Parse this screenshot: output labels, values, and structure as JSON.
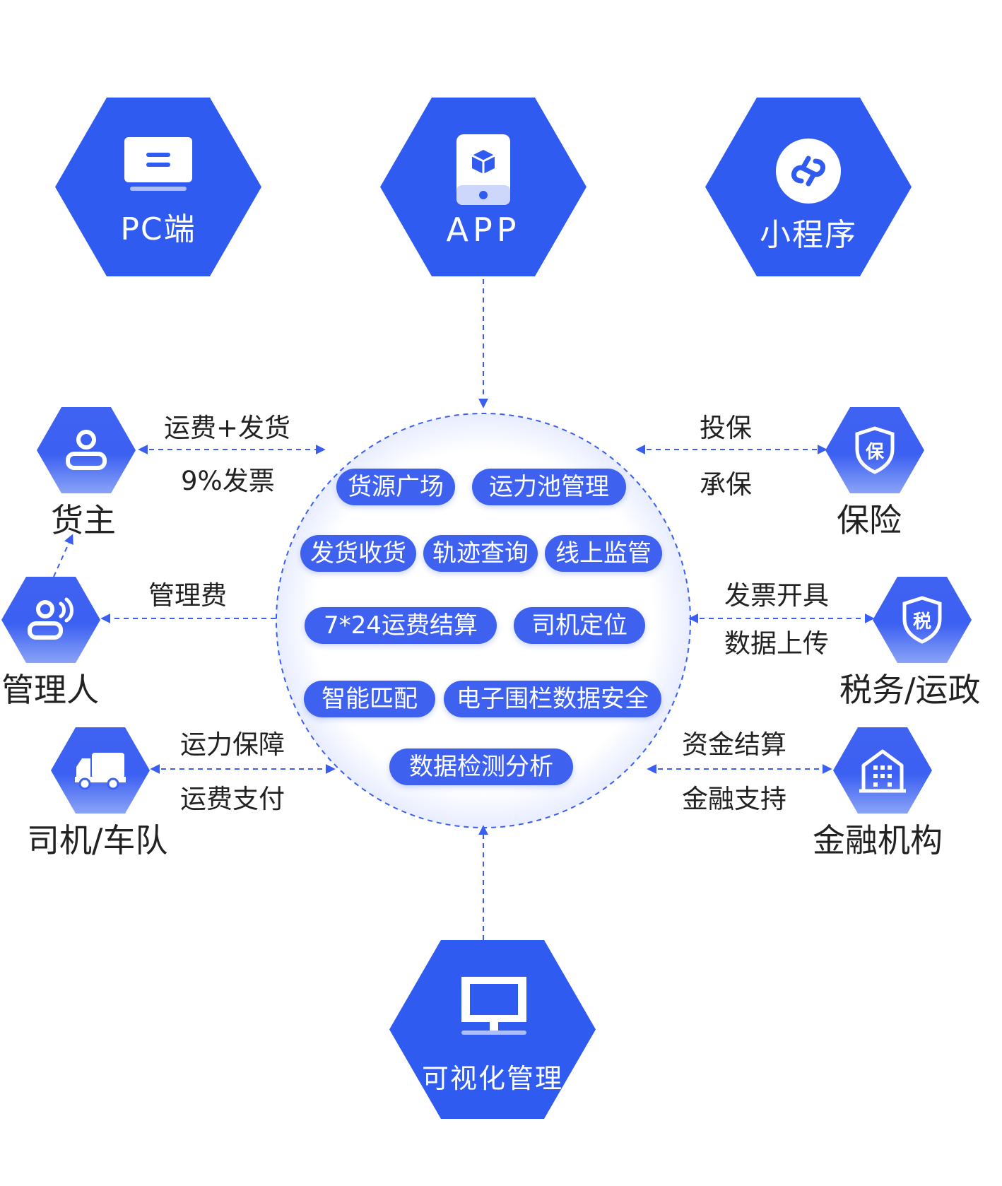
{
  "colors": {
    "primary": "#2f5bf0",
    "dashed": "#3a5ef0",
    "text": "#222222"
  },
  "platforms": {
    "pc": {
      "label": "PC端",
      "icon": "pc-window-icon"
    },
    "app": {
      "label": "APP",
      "icon": "mobile-cube-icon"
    },
    "mini": {
      "label": "小程序",
      "icon": "mini-program-icon"
    },
    "visual": {
      "label": "可视化管理",
      "icon": "monitor-icon"
    }
  },
  "actors": {
    "shipper": {
      "label": "货主",
      "icon": "user-icon"
    },
    "manager": {
      "label": "管理人",
      "icon": "user-voice-icon"
    },
    "driver": {
      "label": "司机/车队",
      "icon": "truck-icon"
    },
    "insurance": {
      "label": "保险",
      "icon": "shield-bao-icon"
    },
    "tax": {
      "label": "税务/运政",
      "icon": "shield-shui-icon"
    },
    "finance": {
      "label": "金融机构",
      "icon": "building-icon"
    }
  },
  "edges": {
    "shipper_top": "运费+发货",
    "shipper_bottom": "9%发票",
    "manager": "管理费",
    "driver_top": "运力保障",
    "driver_bottom": "运费支付",
    "insurance_top": "投保",
    "insurance_bottom": "承保",
    "tax_top": "发票开具",
    "tax_bottom": "数据上传",
    "finance_top": "资金结算",
    "finance_bottom": "金融支持"
  },
  "features": [
    "货源广场",
    "运力池管理",
    "发货收货",
    "轨迹查询",
    "线上监管",
    "7*24运费结算",
    "司机定位",
    "智能匹配",
    "电子围栏数据安全",
    "数据检测分析"
  ]
}
